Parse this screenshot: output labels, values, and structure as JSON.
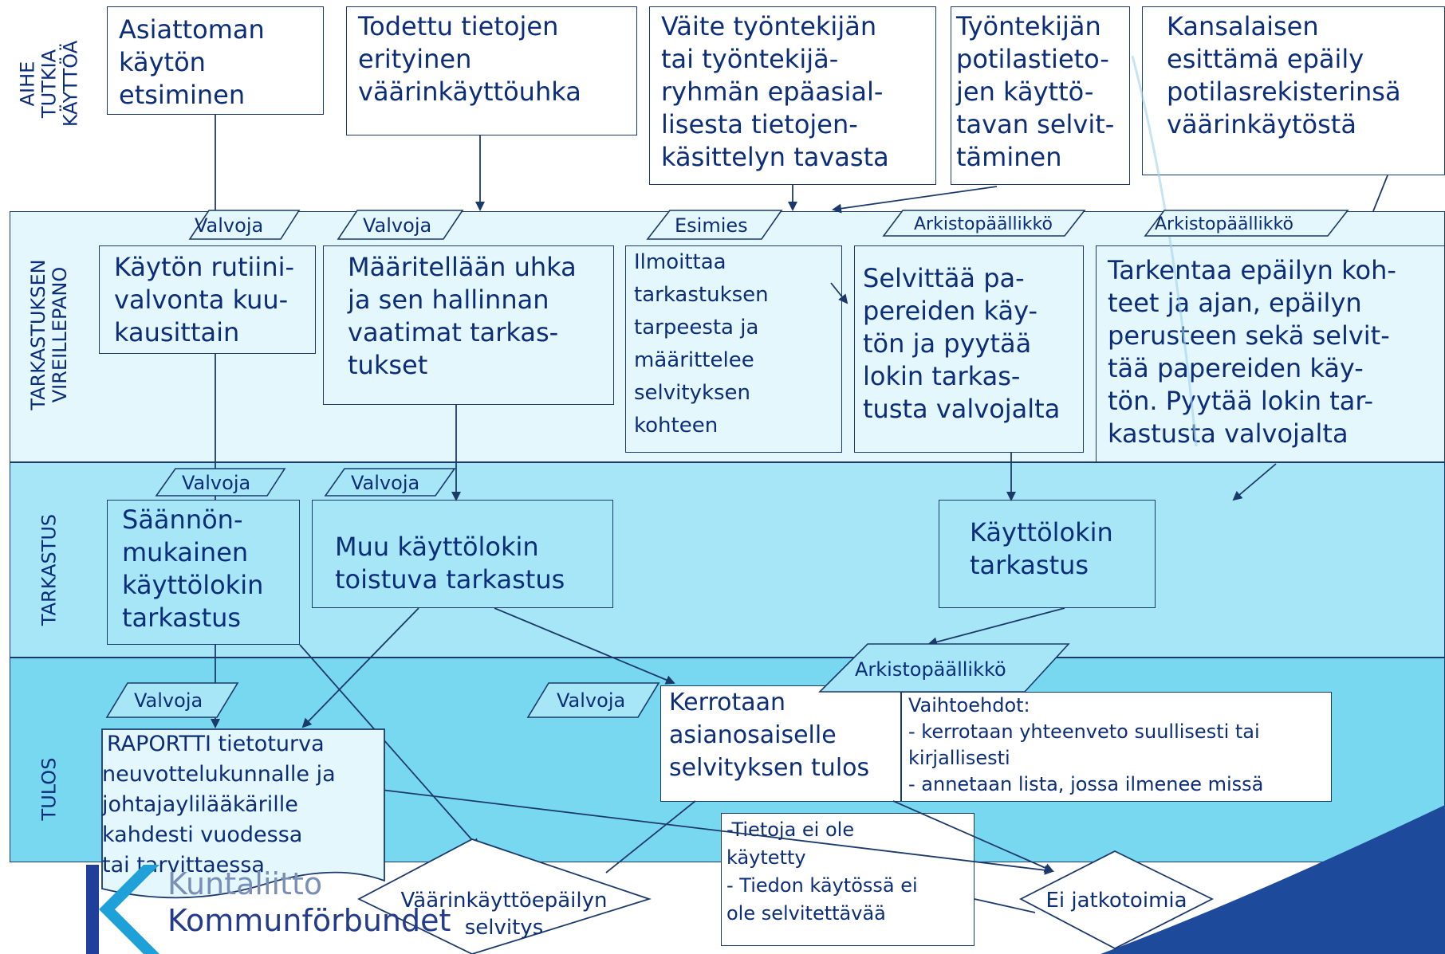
{
  "rows": {
    "aihe": "AIHE\nTUTKIA\nKÄYTTÖÄ",
    "vireillepano": "TARKASTUKSEN\nVIREILLEPANO",
    "tarkastus": "TARKASTUS",
    "tulos": "TULOS"
  },
  "topics": [
    "Asiattoman\nkäytön\netsiminen",
    "Todettu tietojen\nerityinen\nväärinkäyttöuhka",
    "Väite työntekijän\ntai työntekijä-\nryhmän epäasial-\nlisesta tietojen-\nkäsittelyn tavasta",
    "Työntekijän\npotilastieto-\njen käyttö-\ntavan selvit-\ntäminen",
    "Kansalaisen\nesittämä epäily\npotilasrekisterinsä\nväärinkäytöstä"
  ],
  "initiation": [
    "Käytön rutiini-\nvalvonta kuu-\nkausittain",
    "Määritellään uhka\nja sen hallinnan\nvaatimat tarkas-\ntukset",
    "Ilmoittaa\ntarkastuksen\ntarpeesta ja\nmäärittelee\nselvityksen\nkohteen",
    "Selvittää pa-\npereiden käy-\ntön ja pyytää\nlokin tarkas-\ntusta valvojalta",
    "Tarkentaa epäilyn koh-\nteet ja ajan, epäilyn\nperusteen sekä selvit-\ntää papereiden käy-\ntön. Pyytää lokin tar-\nkastusta valvojalta"
  ],
  "inspection": [
    "Säännön-\nmukainen\nkäyttölokin\ntarkastus",
    "Muu käyttölokin\ntoistuva tarkastus",
    "Käyttölokin\ntarkastus"
  ],
  "roles": {
    "r1": "Valvoja",
    "r2": "Valvoja",
    "r3": "Esimies",
    "r4": "Arkistopäällikkö",
    "r5": "Arkistopäällikkö",
    "r6": "Valvoja",
    "r7": "Valvoja",
    "r8": "Valvoja",
    "r9": "Valvoja",
    "r10": "Arkistopäällikkö"
  },
  "results": {
    "raportti": "RAPORTTI tietoturva\nneuvottelukunnalle ja\njohtajaylilääkärille\nkahdesti vuodessa\ntai tarvittaessa",
    "kerrotaan": "Kerrotaan\nasianosaiselle\nselvityksen tulos",
    "vaihtoehdot": "Vaihtoehdot:\n- kerrotaan yhteenveto suullisesti tai\nkirjallisesti\n- annetaan lista, jossa ilmenee missä",
    "tietoja": "-Tietoja ei ole\nkäytetty\n- Tiedon käytössä ei\nole selvitettävää"
  },
  "decisions": {
    "vaarinkaytto": [
      "Väärinkäyttöepäilyn",
      "selvitys"
    ],
    "ei_jatko": "Ei jatkotoimia"
  },
  "logo": {
    "line1": "Kuntaliitto",
    "line2": "Kommunförbundet"
  },
  "colors": {
    "text": "#0b2d7a",
    "line": "#1b3a6b",
    "band1": "#e3f7fc",
    "band2": "#a7e6f6",
    "band3": "#78d8f0"
  }
}
